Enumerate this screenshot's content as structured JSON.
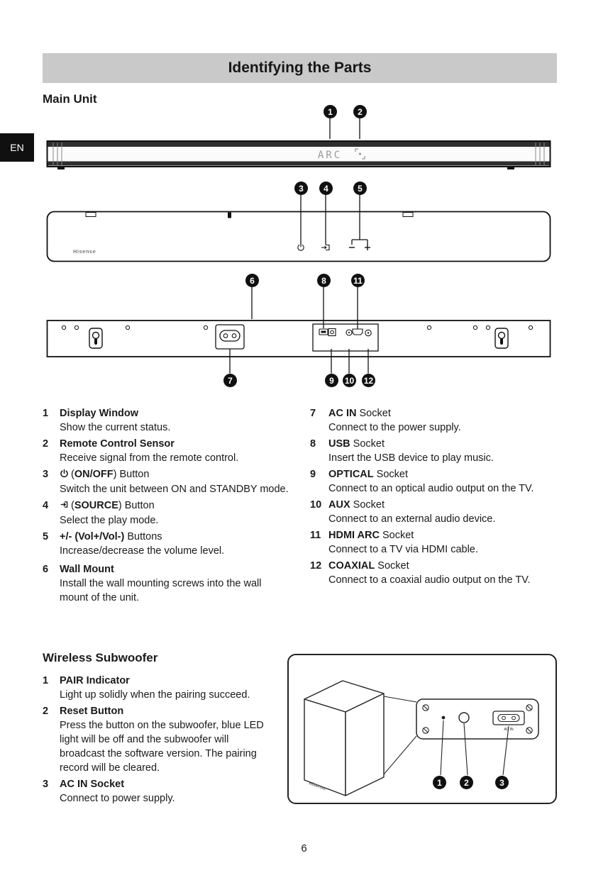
{
  "page": {
    "title": "Identifying the Parts",
    "lang_tab": "EN",
    "page_number": "6"
  },
  "main_unit": {
    "heading": "Main Unit",
    "display_text": "ARC",
    "brand": "Hisense",
    "callouts": {
      "front": [
        "1",
        "2"
      ],
      "top": [
        "3",
        "4",
        "5"
      ],
      "back_above": [
        "6",
        "8",
        "11"
      ],
      "back_below": [
        "7",
        "9",
        "10",
        "12"
      ]
    },
    "items_left": [
      {
        "num": "1",
        "bold": "Display Window",
        "post": "",
        "desc": "Show the current status."
      },
      {
        "num": "2",
        "bold": "Remote Control Sensor",
        "post": "",
        "desc": "Receive signal from the remote control."
      },
      {
        "num": "3",
        "pre": "(",
        "bold": "ON/OFF",
        "post": ") Button",
        "desc": "Switch the unit between ON and STANDBY mode."
      },
      {
        "num": "4",
        "pre": "(",
        "bold": "SOURCE",
        "post": ") Button",
        "desc": "Select the play mode."
      },
      {
        "num": "5",
        "bold": "+/- (Vol+/Vol-)",
        "post": " Buttons",
        "desc": "Increase/decrease the volume level."
      },
      {
        "num": "6",
        "bold": "Wall Mount",
        "post": "",
        "desc": "Install the wall mounting screws into the wall mount of the unit."
      }
    ],
    "items_right": [
      {
        "num": "7",
        "bold": "AC IN",
        "post": " Socket",
        "desc": "Connect to the power supply."
      },
      {
        "num": "8",
        "bold": "USB",
        "post": " Socket",
        "desc": "Insert the USB device to play music."
      },
      {
        "num": "9",
        "bold": "OPTICAL",
        "post": " Socket",
        "desc": "Connect to an optical audio output on the TV."
      },
      {
        "num": "10",
        "bold": "AUX",
        "post": " Socket",
        "desc": "Connect to an external audio device."
      },
      {
        "num": "11",
        "bold": "HDMI ARC",
        "post": " Socket",
        "desc": "Connect to a TV via HDMI cable."
      },
      {
        "num": "12",
        "bold": "COAXIAL",
        "post": " Socket",
        "desc": "Connect to a coaxial audio output on the TV."
      }
    ]
  },
  "subwoofer": {
    "heading": "Wireless Subwoofer",
    "brand": "Hisense",
    "panel_label": "AC IN",
    "callouts": [
      "1",
      "2",
      "3"
    ],
    "items": [
      {
        "num": "1",
        "bold": "PAIR Indicator",
        "post": "",
        "desc": "Light up solidly when the pairing succeed."
      },
      {
        "num": "2",
        "bold": "Reset Button",
        "post": "",
        "desc": "Press the button on the subwoofer, blue LED light will be off and the subwoofer will broadcast the software version. The pairing record will be cleared."
      },
      {
        "num": "3",
        "bold": "AC IN Socket",
        "post": "",
        "desc": "Connect to power supply."
      }
    ]
  }
}
